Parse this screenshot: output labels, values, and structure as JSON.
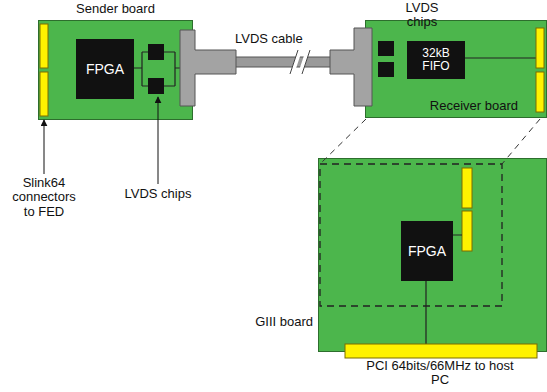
{
  "diagram": {
    "nodes": [
      {
        "text": [
          "Sender board"
        ]
      },
      {
        "text": [
          "FPGA"
        ],
        "in": 0
      },
      {
        "text": [
          "Receiver board"
        ]
      },
      {
        "text": [
          "32kB FIFO"
        ],
        "in": 2
      },
      {
        "text": [
          "GIII board"
        ]
      },
      {
        "text": [
          "FPGA"
        ],
        "in": 4
      }
    ],
    "edges": [
      {
        "from": 0,
        "to": 2,
        "arrow": "none",
        "label": "LVDS cable"
      }
    ],
    "labels": [
      "LVDS chips",
      "Slink64 connectors to FED",
      "LVDS chips",
      "PCI 64bits/66MHz to host PC"
    ]
  }
}
